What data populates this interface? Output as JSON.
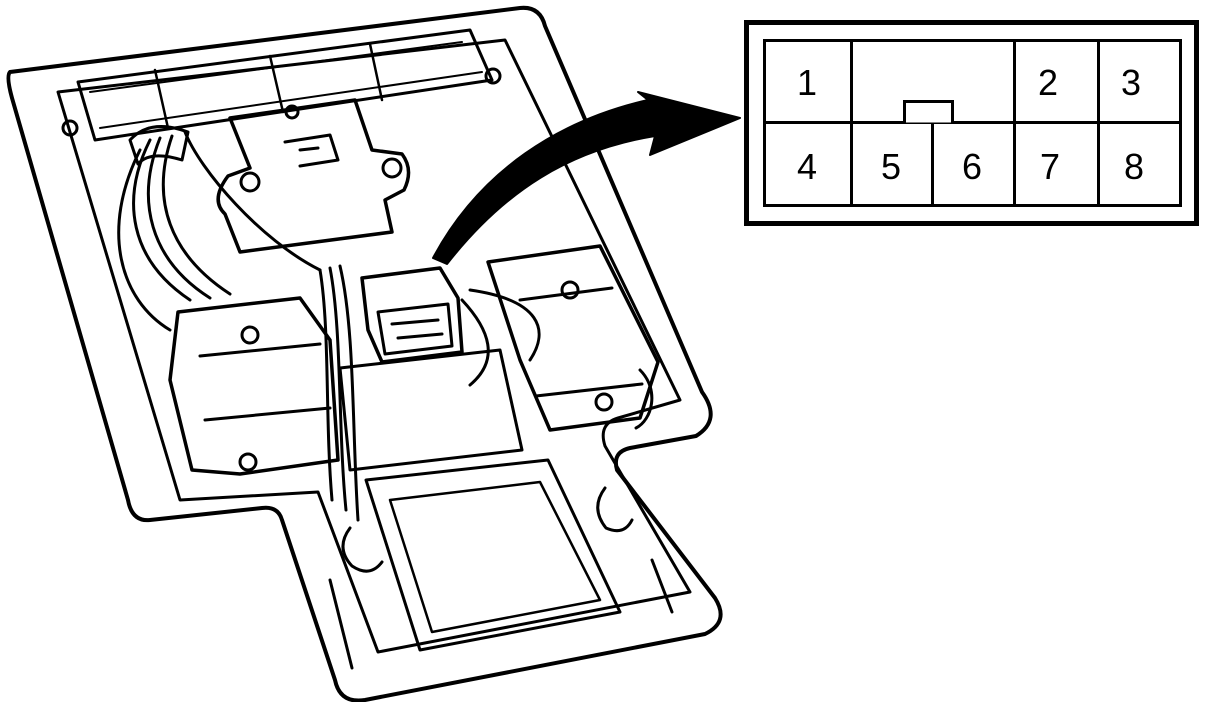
{
  "connector": {
    "pins": [
      {
        "number": "1"
      },
      {
        "number": "2"
      },
      {
        "number": "3"
      },
      {
        "number": "4"
      },
      {
        "number": "5"
      },
      {
        "number": "6"
      },
      {
        "number": "7"
      },
      {
        "number": "8"
      }
    ]
  },
  "colors": {
    "ink": "#000000",
    "paper": "#ffffff"
  }
}
